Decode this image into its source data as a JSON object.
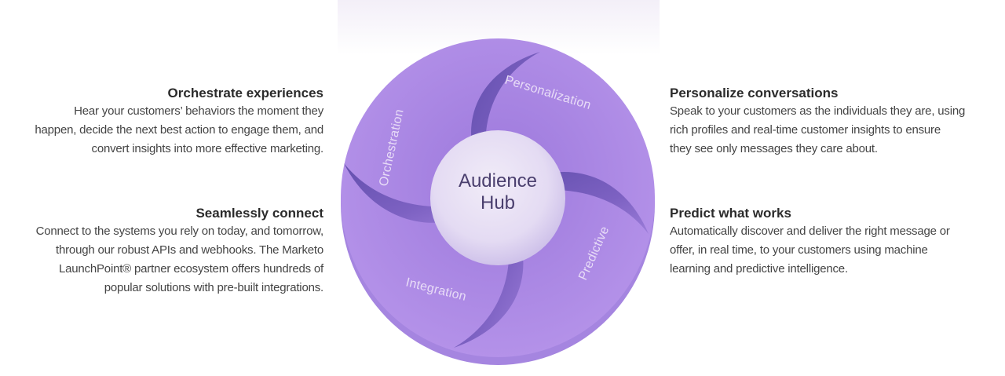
{
  "diagram": {
    "center": {
      "line1": "Audience",
      "line2": "Hub"
    },
    "segments": [
      "Personalization",
      "Predictive",
      "Integration",
      "Orchestration"
    ],
    "colors": {
      "light": "#b08ee6",
      "mid": "#8e6ad0",
      "dark": "#5a48a6",
      "hub": "#e9e2f5"
    }
  },
  "blocks": {
    "orchestrate": {
      "title": "Orchestrate experiences",
      "lines": [
        "Hear your customers’ behaviors the moment they",
        "happen, decide the next best action to engage them, and",
        "convert insights into more effective marketing."
      ]
    },
    "connect": {
      "title": "Seamlessly connect",
      "lines": [
        "Connect to the systems you rely on today, and tomorrow,",
        "through our robust APIs and webhooks. The Marketo",
        "LaunchPoint® partner ecosystem offers hundreds of",
        "popular solutions with pre-built integrations."
      ]
    },
    "personalize": {
      "title": "Personalize conversations",
      "lines": [
        "Speak to your customers as the individuals they are, using",
        "rich profiles and real-time customer insights to ensure",
        "they see only messages they care about."
      ]
    },
    "predict": {
      "title": "Predict what works",
      "lines": [
        "Automatically discover and deliver the right message or",
        "offer, in real time, to your customers using machine",
        "learning and predictive intelligence."
      ]
    }
  }
}
